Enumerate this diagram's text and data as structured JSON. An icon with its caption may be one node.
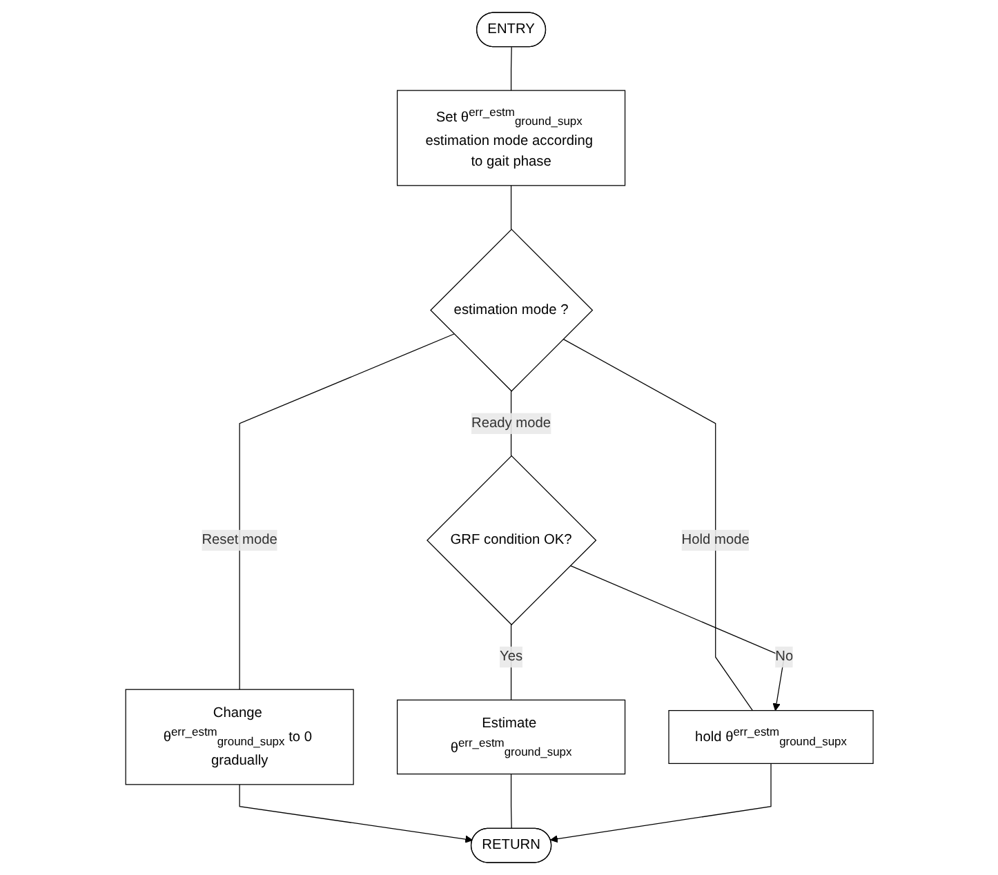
{
  "diagram": {
    "nodes": [
      {
        "text": [
          "ENTRY"
        ]
      },
      {
        "text": [
          "Set θ$^{err_estm}$$_{ground_supx}$ estimation mode according to gait phase"
        ]
      },
      {
        "text": [
          "estimation mode ?"
        ]
      },
      {
        "text": [
          "Change θ$^{err_estm}$$_{ground_supx}$ to 0 gradually"
        ]
      },
      {
        "text": [
          "GRF condition OK?"
        ]
      },
      {
        "text": [
          "hold θ$^{err_estm}$$_{ground_supx}$"
        ]
      },
      {
        "text": [
          "Estimate θ$^{err_estm}$$_{ground_supx}$"
        ]
      },
      {
        "text": [
          "RETURN"
        ]
      }
    ],
    "edges": [
      {
        "from": 0,
        "to": 1,
        "arrow": "none"
      },
      {
        "from": 1,
        "to": 2,
        "arrow": "none"
      },
      {
        "from": 2,
        "to": 3,
        "label": "Reset mode",
        "arrow": "none"
      },
      {
        "from": 2,
        "to": 4,
        "label": "Ready mode",
        "arrow": "none"
      },
      {
        "from": 2,
        "to": 5,
        "label": "Hold mode",
        "arrow": "none"
      },
      {
        "from": 4,
        "to": 5,
        "label": "No",
        "arrow": "to"
      },
      {
        "from": 4,
        "to": 6,
        "label": "Yes",
        "arrow": "none"
      },
      {
        "from": 3,
        "to": 7,
        "arrow": "to"
      },
      {
        "from": 6,
        "to": 7,
        "arrow": "none"
      },
      {
        "from": 5,
        "to": 7,
        "arrow": "to"
      }
    ]
  }
}
